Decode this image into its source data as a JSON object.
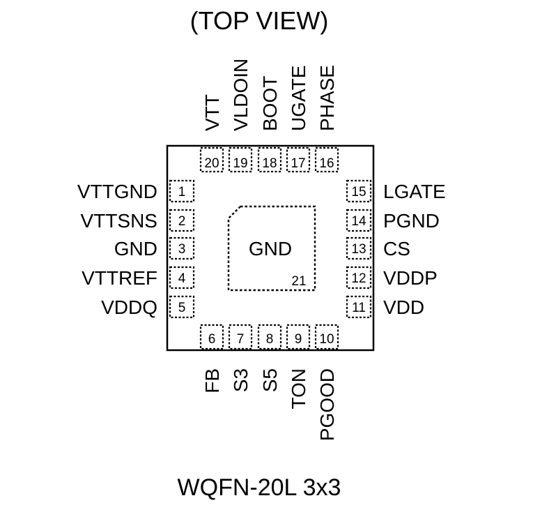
{
  "title": "(TOP VIEW)",
  "package": "WQFN-20L 3x3",
  "exposed_pad": {
    "label": "GND",
    "number": "21"
  },
  "pins": {
    "left": [
      {
        "number": "1",
        "name": "VTTGND"
      },
      {
        "number": "2",
        "name": "VTTSNS"
      },
      {
        "number": "3",
        "name": "GND"
      },
      {
        "number": "4",
        "name": "VTTREF"
      },
      {
        "number": "5",
        "name": "VDDQ"
      }
    ],
    "bottom": [
      {
        "number": "6",
        "name": "FB"
      },
      {
        "number": "7",
        "name": "S3"
      },
      {
        "number": "8",
        "name": "S5"
      },
      {
        "number": "9",
        "name": "TON"
      },
      {
        "number": "10",
        "name": "PGOOD"
      }
    ],
    "right": [
      {
        "number": "11",
        "name": "VDD"
      },
      {
        "number": "12",
        "name": "VDDP"
      },
      {
        "number": "13",
        "name": "CS"
      },
      {
        "number": "14",
        "name": "PGND"
      },
      {
        "number": "15",
        "name": "LGATE"
      }
    ],
    "top": [
      {
        "number": "16",
        "name": "PHASE"
      },
      {
        "number": "17",
        "name": "UGATE"
      },
      {
        "number": "18",
        "name": "BOOT"
      },
      {
        "number": "19",
        "name": "VLDOIN"
      },
      {
        "number": "20",
        "name": "VTT"
      }
    ]
  }
}
